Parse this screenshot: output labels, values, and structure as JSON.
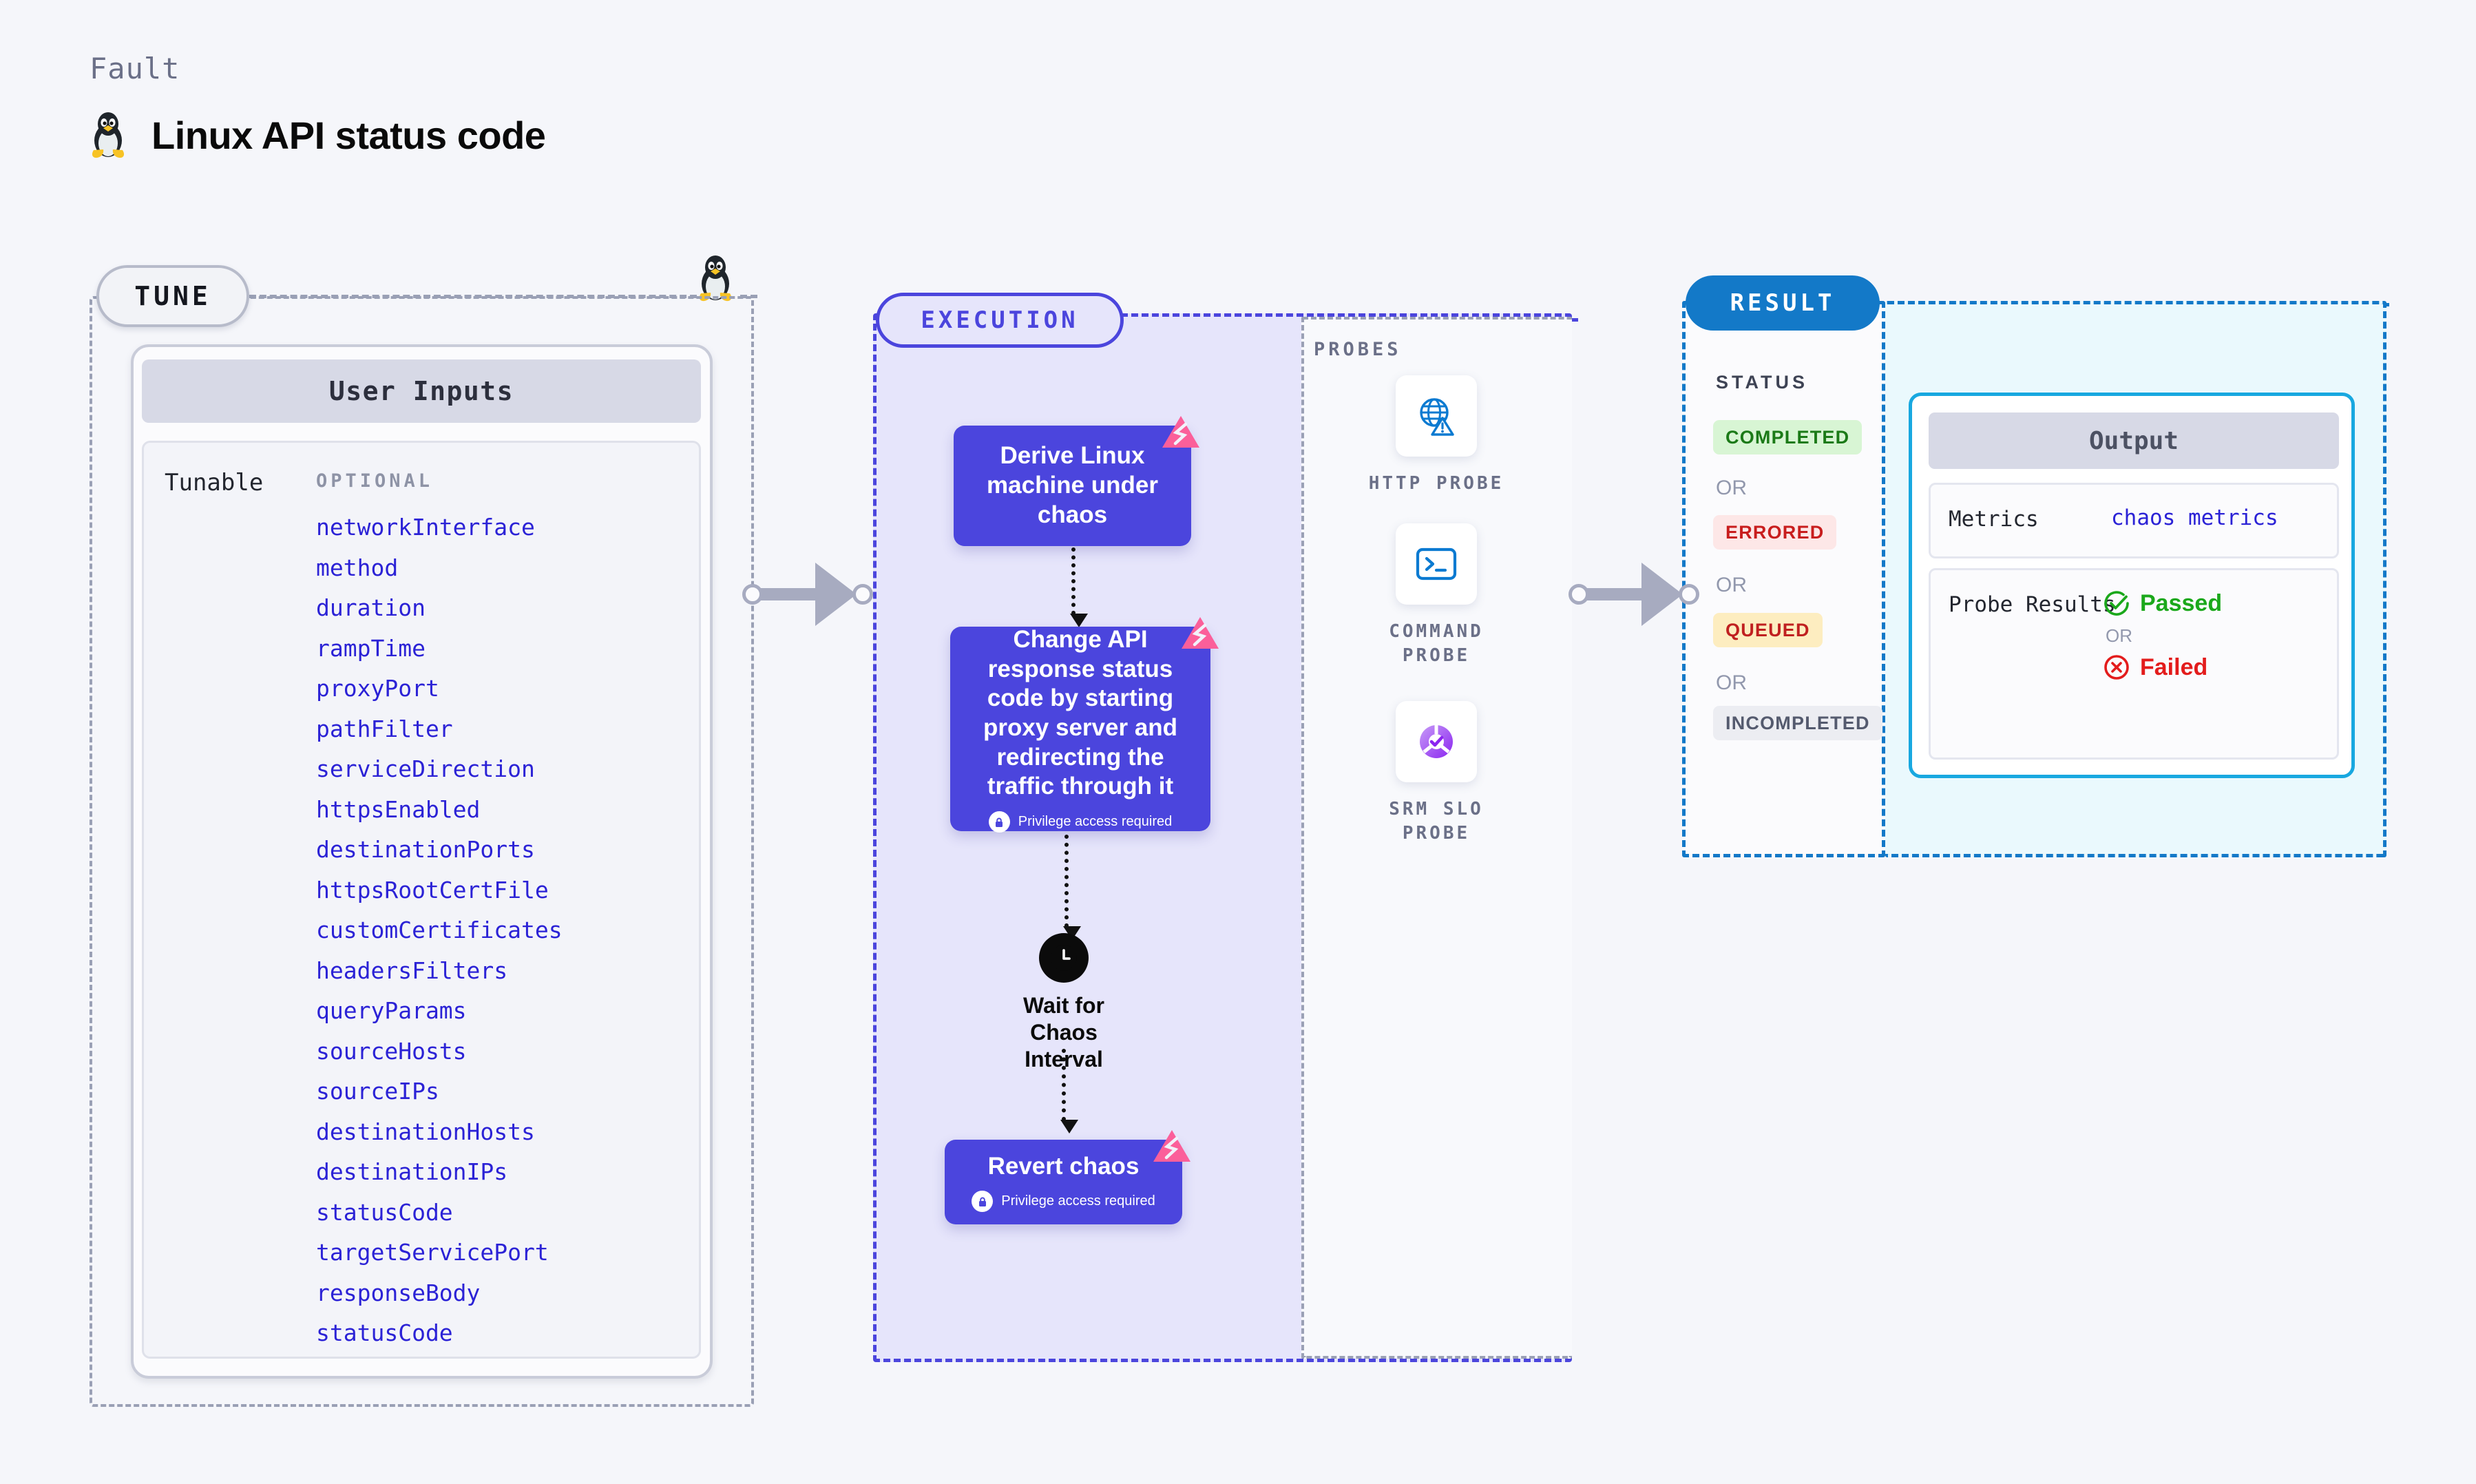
{
  "header": {
    "kicker": "Fault",
    "title": "Linux API status code",
    "os_icon": "linux-penguin-icon"
  },
  "tune": {
    "badge": "TUNE",
    "card_title": "User Inputs",
    "tunable_label": "Tunable",
    "optional_label": "OPTIONAL",
    "params": [
      "networkInterface",
      "method",
      "duration",
      "rampTime",
      "proxyPort",
      "pathFilter",
      "serviceDirection",
      "httpsEnabled",
      "destinationPorts",
      "httpsRootCertFile",
      "customCertificates",
      "headersFilters",
      "queryParams",
      "sourceHosts",
      "sourceIPs",
      "destinationHosts",
      "destinationIPs",
      "statusCode",
      "targetServicePort",
      "responseBody",
      "statusCode"
    ]
  },
  "execution": {
    "badge": "EXECUTION",
    "nodes": [
      {
        "title": "Derive Linux machine under chaos",
        "privilege": null,
        "fault_badge": "chaos-fault-icon"
      },
      {
        "title": "Change API response status code by starting proxy server and redirecting the traffic through it",
        "privilege": "Privilege access required",
        "fault_badge": "chaos-fault-icon"
      },
      {
        "title": "Revert chaos",
        "privilege": "Privilege access required",
        "fault_badge": "chaos-fault-icon"
      }
    ],
    "wait_node": {
      "icon": "clock-icon",
      "label": "Wait for Chaos Interval"
    }
  },
  "probes": {
    "label": "PROBES",
    "items": [
      {
        "caption": "HTTP PROBE",
        "icon": "globe-warning-icon"
      },
      {
        "caption": "COMMAND PROBE",
        "icon": "terminal-icon"
      },
      {
        "caption": "SRM SLO PROBE",
        "icon": "slo-donut-check-icon"
      }
    ]
  },
  "result": {
    "badge": "RESULT",
    "status_label": "STATUS",
    "or_label": "OR",
    "statuses": [
      {
        "label": "COMPLETED",
        "bg": "#d8f5d4",
        "fg": "#1b7a17"
      },
      {
        "label": "ERRORED",
        "bg": "#fde7e7",
        "fg": "#c81d1d"
      },
      {
        "label": "QUEUED",
        "bg": "#fdedc0",
        "fg": "#c02020"
      },
      {
        "label": "INCOMPLETED",
        "bg": "#ecedf2",
        "fg": "#545a6e"
      }
    ],
    "output": {
      "title": "Output",
      "metrics_key": "Metrics",
      "metrics_value": "chaos metrics",
      "probe_key": "Probe Results",
      "passed": "Passed",
      "failed": "Failed",
      "or_label": "OR"
    }
  },
  "colors": {
    "node_purple": "#4b45dd",
    "exec_bg": "#e6e5fb",
    "result_blue": "#1379c8",
    "result_bg": "#eaf9fd",
    "param_blue": "#2b22d6",
    "fault_pink": "#fb5f9a"
  }
}
